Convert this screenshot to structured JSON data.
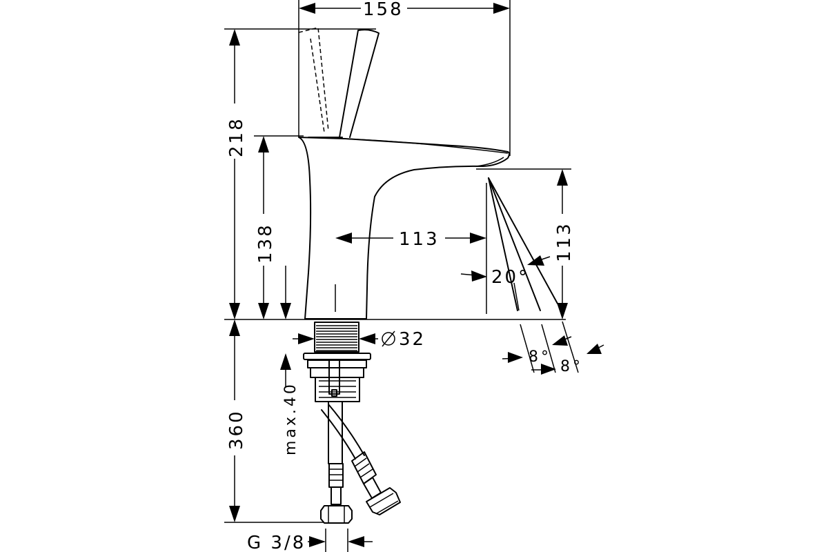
{
  "dimensions": {
    "overall_width": "158",
    "overall_height": "218",
    "body_height": "138",
    "spout_reach": "113",
    "spout_height": "113",
    "shank_diameter": "32",
    "spray_angle": "20°",
    "tilt_angle_left": "8°",
    "tilt_angle_right": "8°",
    "hose_length": "360",
    "max_deck_thickness": "max.40",
    "connection_thread": "G 3/8"
  },
  "colors": {
    "line": "#000000",
    "background": "#ffffff"
  }
}
